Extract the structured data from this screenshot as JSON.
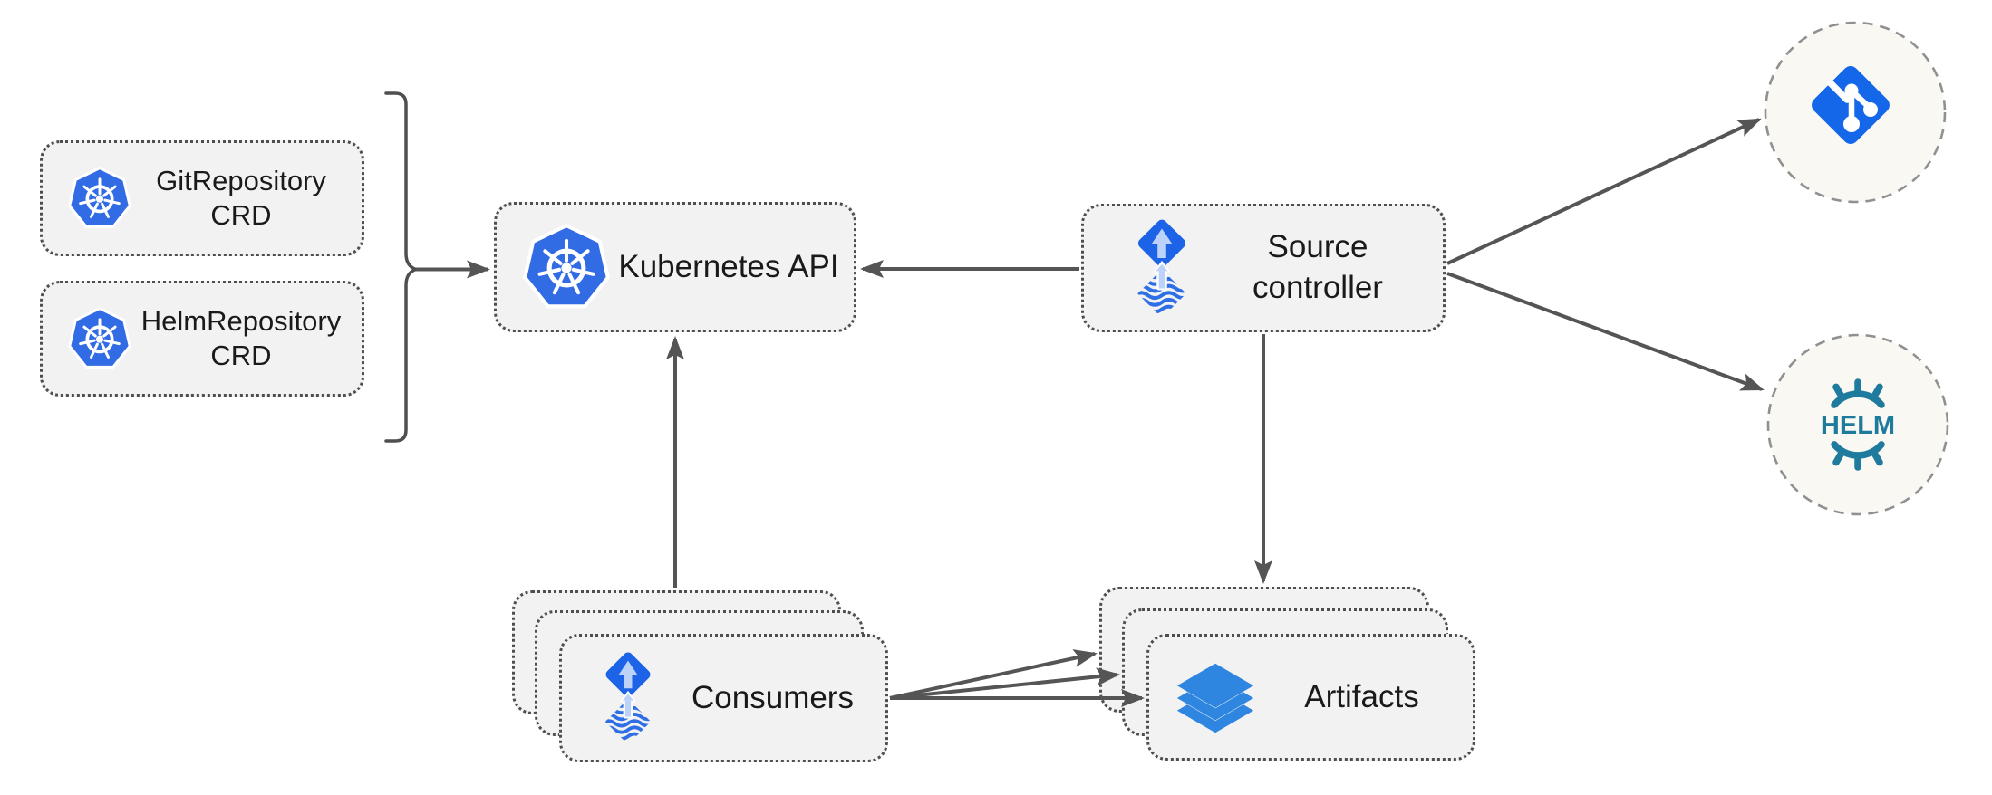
{
  "diagram_type": "architecture-diagram",
  "colors": {
    "kubernetes_blue": "#326CE5",
    "flux_blue": "#1C63E7",
    "flux_arrow_light": "#BDD2F8",
    "flux_wave_blue": "#2F6FE5",
    "layers_blue": "#2E86E0",
    "git_blue": "#1467E8",
    "helm_teal": "#1E7B9E",
    "box_fill": "#F2F2F3",
    "box_border": "#4E4E4E",
    "circle_fill": "#FAF8F2",
    "circle_border": "#909090",
    "arrow_gray": "#555555",
    "text": "#1A1A1A"
  },
  "nodes": {
    "git_repository_crd": {
      "line1": "GitRepository",
      "line2": "CRD",
      "icon": "kubernetes-icon"
    },
    "helm_repository_crd": {
      "line1": "HelmRepository",
      "line2": "CRD",
      "icon": "kubernetes-icon"
    },
    "kubernetes_api": {
      "label": "Kubernetes API",
      "icon": "kubernetes-icon"
    },
    "source_controller": {
      "line1": "Source",
      "line2": "controller",
      "icon": "flux-icon"
    },
    "consumers": {
      "label": "Consumers",
      "icon": "flux-icon",
      "stack_count": 3
    },
    "artifacts": {
      "label": "Artifacts",
      "icon": "layers-icon",
      "stack_count": 3
    },
    "git_repository": {
      "icon": "git-icon"
    },
    "helm_repository": {
      "icon": "helm-icon",
      "logo_text": "HELM"
    }
  },
  "edges": [
    {
      "from": "GitRepository CRD / HelmRepository CRD",
      "to": "Kubernetes API",
      "style": "brace-then-arrow"
    },
    {
      "from": "Source controller",
      "to": "Kubernetes API"
    },
    {
      "from": "Source controller",
      "to": "Git repository"
    },
    {
      "from": "Source controller",
      "to": "Helm repository"
    },
    {
      "from": "Source controller",
      "to": "Artifacts"
    },
    {
      "from": "Consumers",
      "to": "Kubernetes API"
    },
    {
      "from": "Consumers",
      "to": "Artifacts",
      "arrow_count": 3
    }
  ]
}
